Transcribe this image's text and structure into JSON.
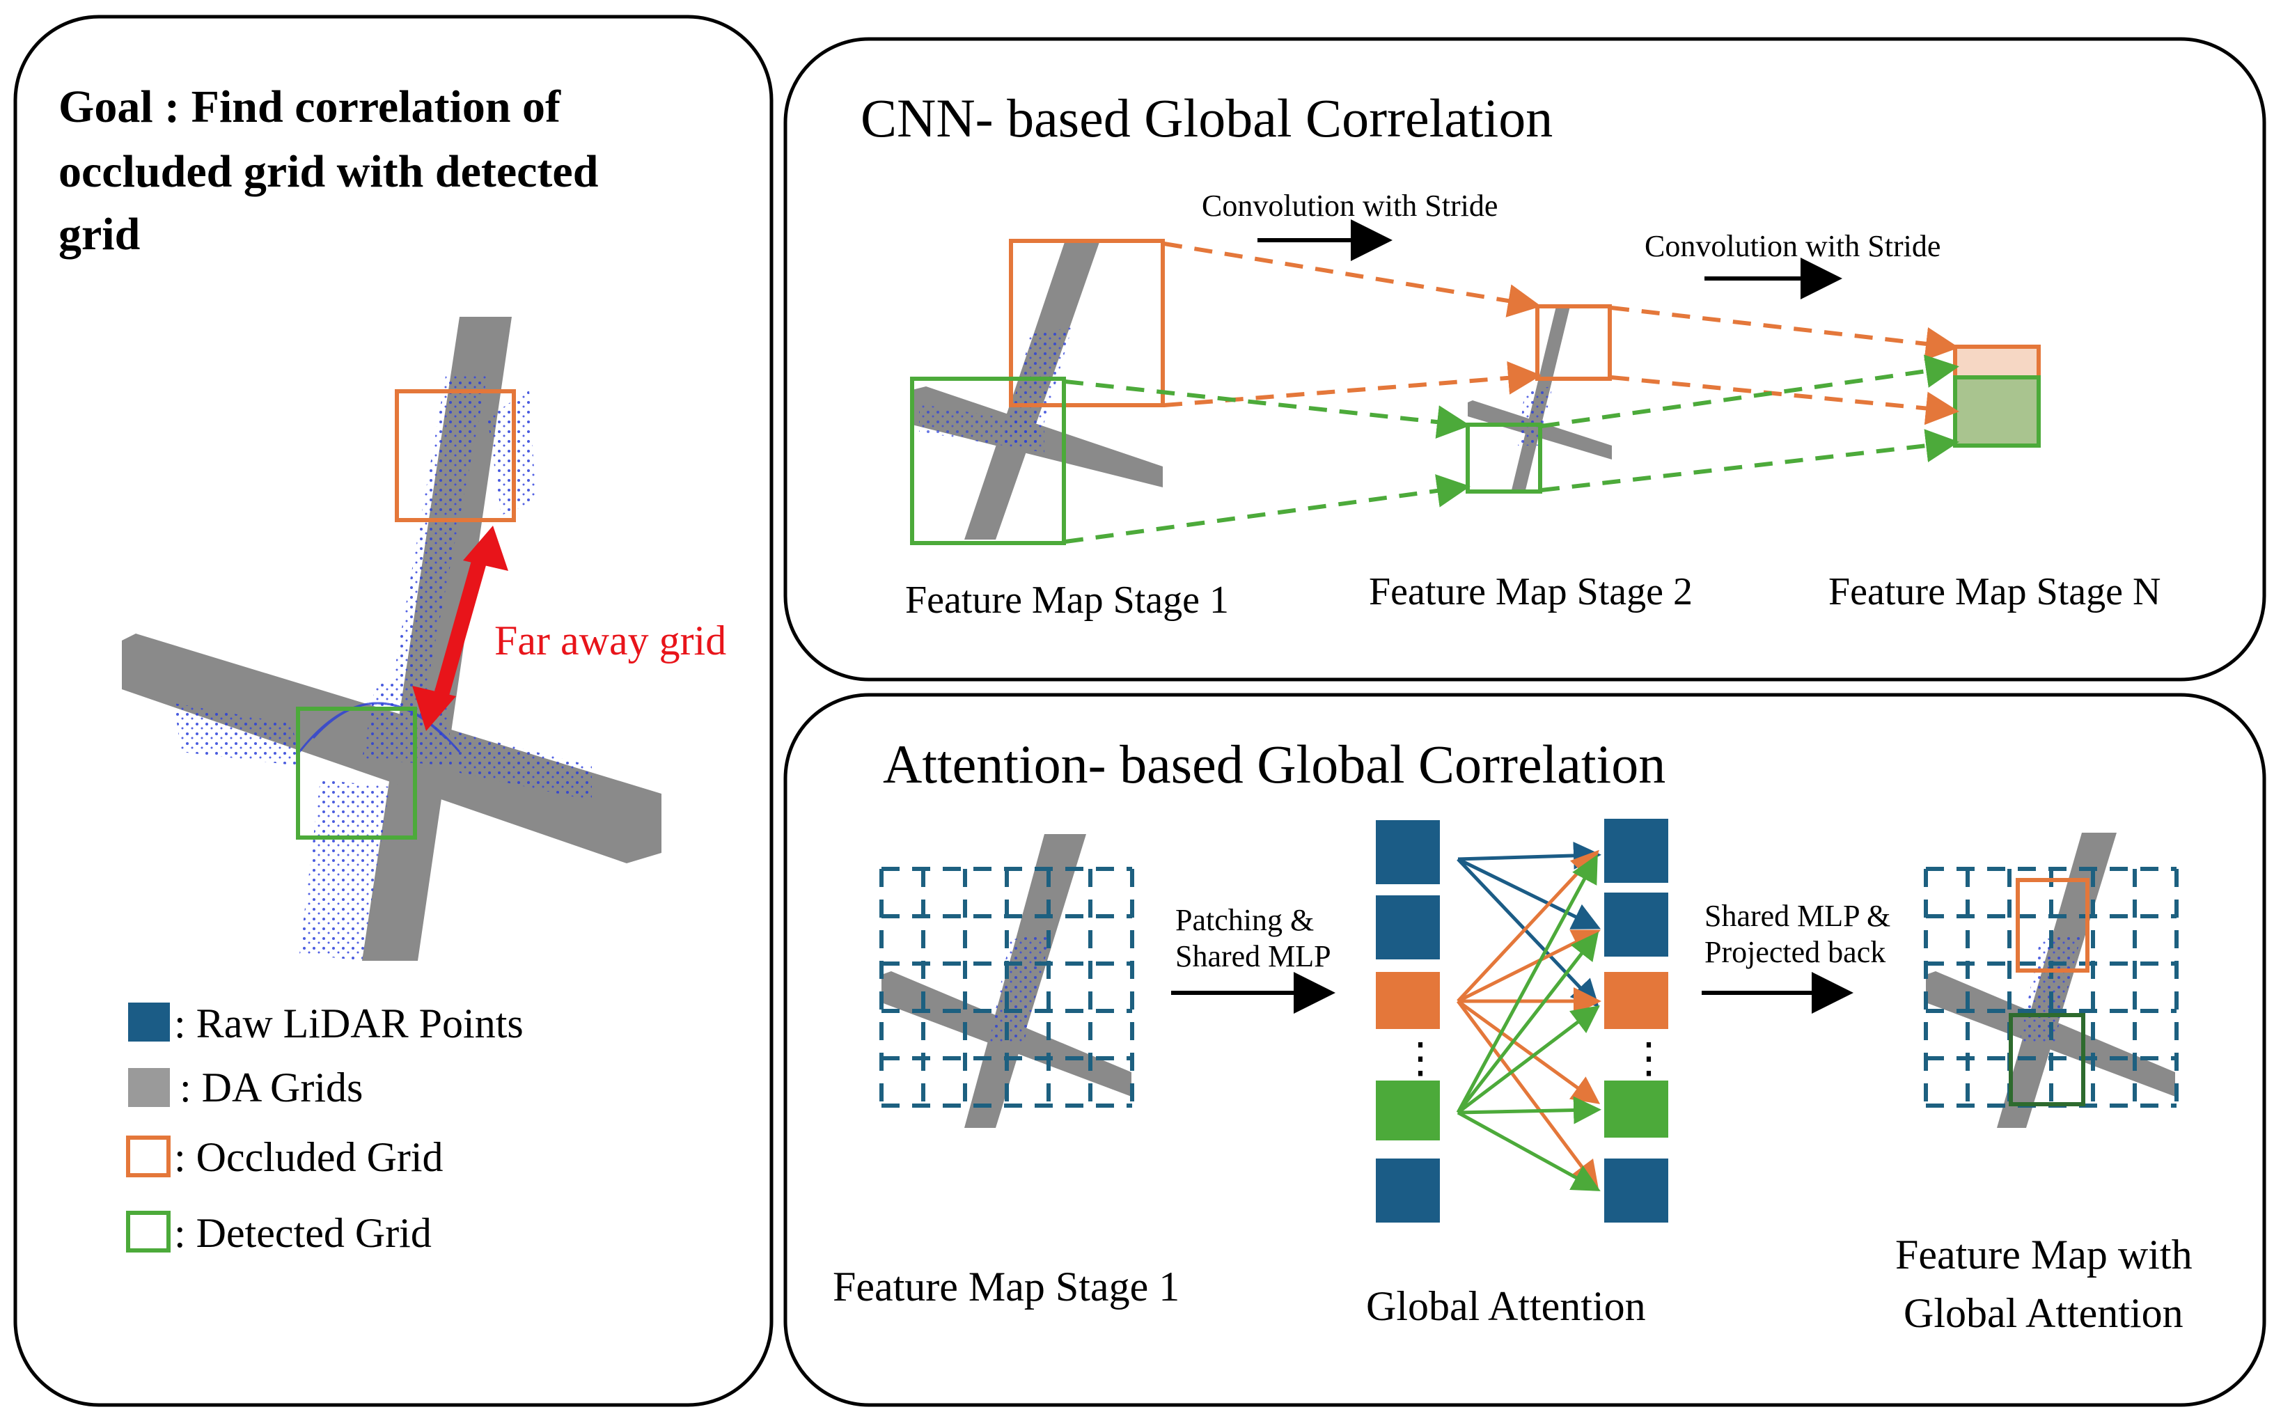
{
  "colors": {
    "orange": "#E4773A",
    "green": "#4CAA3A",
    "blue": "#1B5C86",
    "gray": "#8A8A8A",
    "lidar": "#2A3FD8",
    "red": "#E8141A",
    "dashed_grid": "#1D6080"
  },
  "left_panel": {
    "goal_line1": "Goal : Find correlation of",
    "goal_line2": "occluded grid with detected",
    "goal_line3": "grid",
    "far_away_label": "Far away grid",
    "legend": [
      {
        "label": ": Raw LiDAR Points",
        "kind": "filled-blue"
      },
      {
        "label": ": DA Grids",
        "kind": "filled-gray"
      },
      {
        "label": ": Occluded Grid",
        "kind": "outline-orange"
      },
      {
        "label": ": Detected Grid",
        "kind": "outline-green"
      }
    ]
  },
  "cnn_panel": {
    "title": "CNN- based Global Correlation",
    "conv_label_1": "Convolution with Stride",
    "conv_label_2": "Convolution with Stride",
    "stage1": "Feature Map Stage 1",
    "stage2": "Feature Map Stage 2",
    "stageN": "Feature Map Stage N"
  },
  "attention_panel": {
    "title": "Attention- based Global Correlation",
    "patching_line1": "Patching &",
    "patching_line2": "Shared MLP",
    "shared_line1": "Shared MLP &",
    "shared_line2": "Projected back",
    "stage1": "Feature Map Stage 1",
    "global_attention": "Global Attention",
    "result_line1": "Feature Map with",
    "result_line2": "Global Attention",
    "ellipsis": "⋮"
  }
}
